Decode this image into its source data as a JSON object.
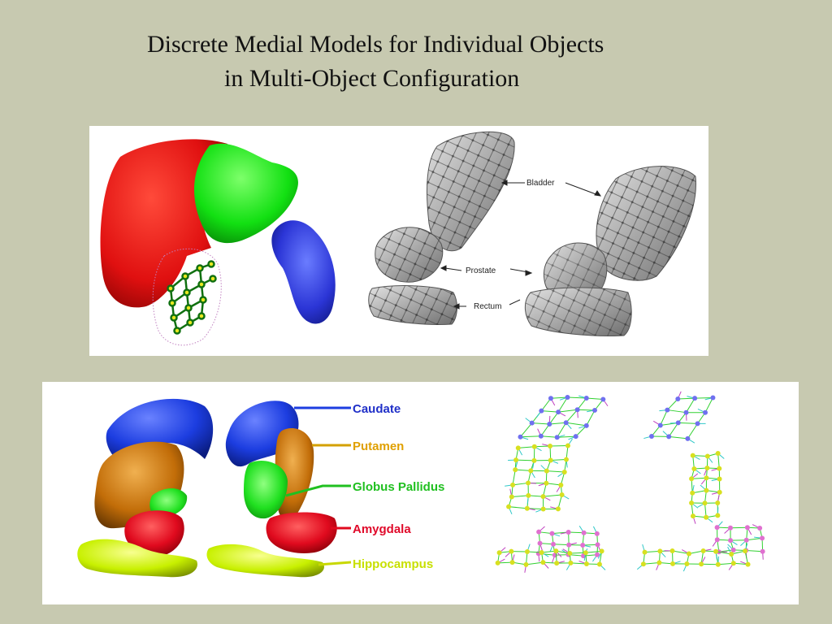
{
  "slide": {
    "title_line1": "Discrete Medial Models for Individual Objects",
    "title_line2": "in Multi-Object Configuration"
  },
  "pelvis": {
    "labels": {
      "bladder": "Bladder",
      "prostate": "Prostate",
      "rectum": "Rectum"
    }
  },
  "brain": {
    "labels": {
      "caudate": "Caudate",
      "putamen": "Putamen",
      "globus_pallidus": "Globus Pallidus",
      "amygdala": "Amygdala",
      "hippocampus": "Hippocampus"
    }
  },
  "colors": {
    "background": "#c7c9b0",
    "liver_red": "#e01010",
    "liver_green": "#10e010",
    "kidney_blue": "#2b35d6",
    "caudate": "#1c3de0",
    "putamen": "#d47a08",
    "globus_pallidus": "#20e020",
    "amygdala": "#e00a1e",
    "hippocampus": "#c8f000"
  }
}
